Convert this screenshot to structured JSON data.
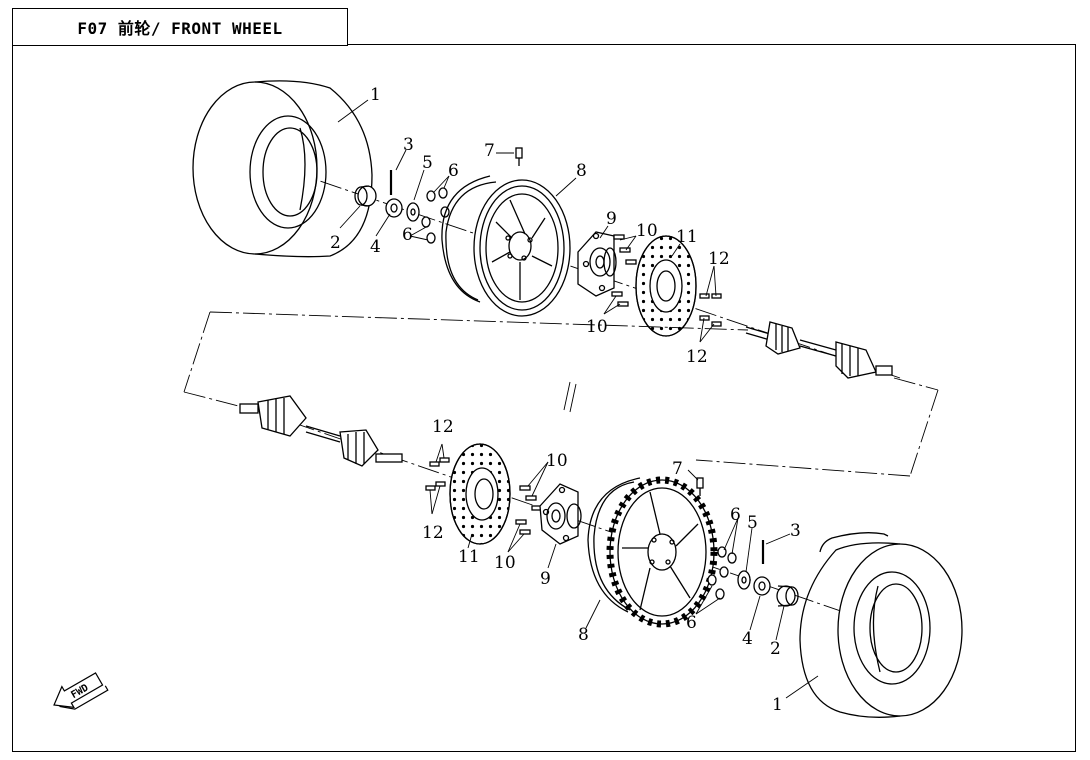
{
  "header": {
    "title": "F07 前轮/ FRONT WHEEL"
  },
  "direction_indicator": {
    "label": "FWD"
  },
  "callouts": {
    "upper": {
      "c1": "1",
      "c2": "2",
      "c3": "3",
      "c4": "4",
      "c5": "5",
      "c6a": "6",
      "c6b": "6",
      "c7": "7",
      "c8": "8",
      "c9": "9",
      "c10a": "10",
      "c10b": "10",
      "c11": "11",
      "c12a": "12",
      "c12b": "12"
    },
    "lower": {
      "c1": "1",
      "c2": "2",
      "c3": "3",
      "c4": "4",
      "c5": "5",
      "c6a": "6",
      "c6b": "6",
      "c7": "7",
      "c8": "8",
      "c9": "9",
      "c10a": "10",
      "c10b": "10",
      "c11": "11",
      "c12a": "12",
      "c12b": "12"
    }
  }
}
